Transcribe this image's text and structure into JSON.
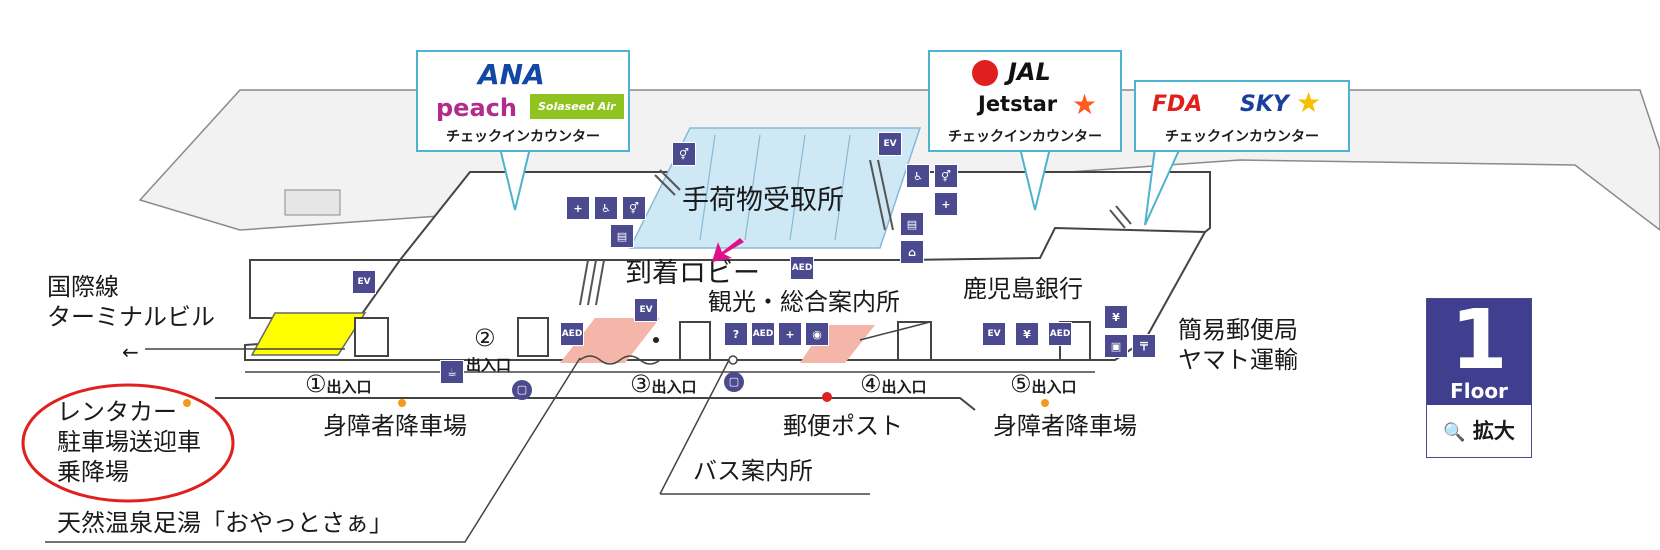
{
  "callouts": {
    "left": {
      "brands": [
        "ANA",
        "peach",
        "Solaseed Air"
      ],
      "caption": "チェックインカウンター"
    },
    "middle": {
      "brands": [
        "JAL",
        "Jetstar"
      ],
      "caption": "チェックインカウンター"
    },
    "right": {
      "brands": [
        "FDA",
        "SKY"
      ],
      "caption": "チェックインカウンター"
    }
  },
  "labels": {
    "baggage_claim": "手荷物受取所",
    "arrival_lobby": "到着ロビー",
    "info_center": "観光・総合案内所",
    "kagoshima_bank": "鹿児島銀行",
    "intl_line": "国際線",
    "intl_terminal": "ターミナルビル",
    "arrow_left": "←",
    "post_office": "簡易郵便局",
    "yamato": "ヤマト運輸",
    "rental_car": "レンタカー",
    "parking_shuttle": "駐車場送迎車",
    "boarding_area": "乗降場",
    "disabled_drop_left": "身障者降車場",
    "disabled_drop_right": "身障者降車場",
    "postbox": "郵便ポスト",
    "bus_info": "バス案内所",
    "footbath": "天然温泉足湯「おやっとさぁ」"
  },
  "entrances": [
    {
      "num": "①",
      "label": "出入口"
    },
    {
      "num": "②",
      "label": "出入口"
    },
    {
      "num": "③",
      "label": "出入口"
    },
    {
      "num": "④",
      "label": "出入口"
    },
    {
      "num": "⑤",
      "label": "出入口"
    }
  ],
  "icons": {
    "ev": "EV",
    "aed": "AED",
    "yen": "¥",
    "info": "?",
    "plus": "+",
    "post": "〒"
  },
  "floor_badge": {
    "number": "1",
    "word": "Floor",
    "zoom_label": "拡大",
    "zoom_icon": "🔍"
  },
  "colors": {
    "badge": "#3f3e8f",
    "callout_border": "#4db3cf",
    "highlight": "#ffff00",
    "circle": "#e0201f",
    "baggage": "#cfe8f5"
  }
}
